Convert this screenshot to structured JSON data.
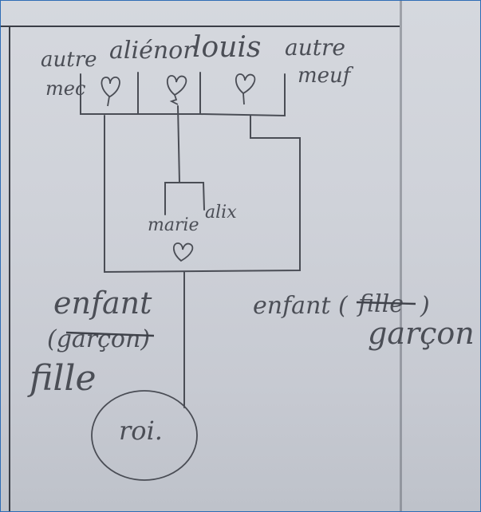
{
  "labels": {
    "autre_mec_1": "autre",
    "autre_mec_2": "mec",
    "alienor": "aliénor",
    "louis": "louis",
    "autre_meuf_1": "autre",
    "autre_meuf_2": "meuf",
    "marie": "marie",
    "alix": "alix",
    "enfant_left": "enfant",
    "garcon_left": "(garçon)",
    "fille_left": "fille",
    "enfant_right": "enfant (",
    "fille_right": "fille",
    "paren_right": ")",
    "garcon_right": "garçon",
    "roi": "roi."
  },
  "colors": {
    "ink": "#4b4e56",
    "paper": "#cfd2d9",
    "border": "#2f6db5"
  },
  "icons": [
    "heart-icon",
    "heart-icon",
    "heart-icon",
    "heart-icon"
  ]
}
